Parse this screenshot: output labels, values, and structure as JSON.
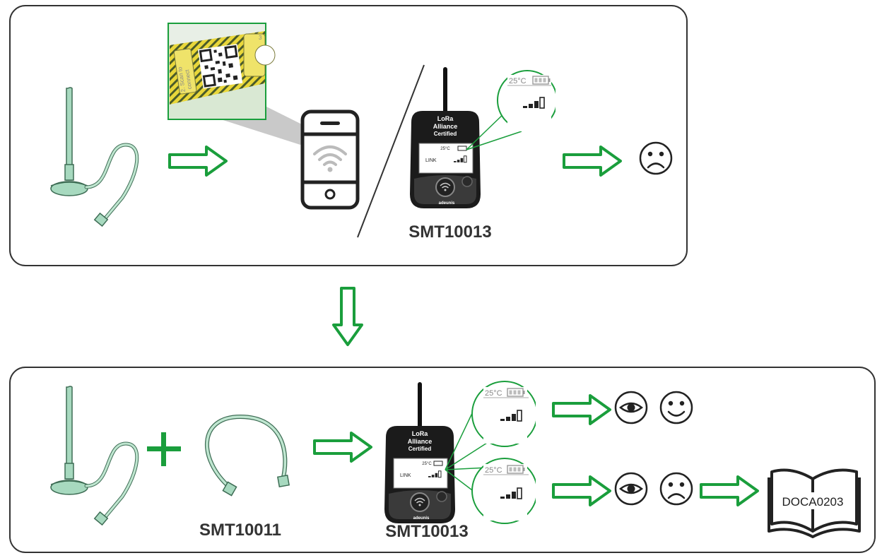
{
  "colors": {
    "accent": "#1a9e3c",
    "dark": "#222222",
    "panel_border": "#333333",
    "antenna": "#9fd5b8"
  },
  "top_panel": {
    "qr_label_line1": "2. Scan to",
    "qr_label_line2": "connect",
    "qr_tab_number": "3",
    "device_label": "SMT10013",
    "device_screen_temp": "25°C",
    "device_screen_link": "LINK",
    "zoom_temp": "25°C",
    "brand_line1": "LoRa",
    "brand_line2": "Alliance",
    "brand_line3": "Certified",
    "maker": "adeunis",
    "icons": [
      "antenna-icon",
      "arrow-right-icon",
      "phone-wifi-icon",
      "device-icon",
      "sad-face-icon"
    ]
  },
  "bottom_panel": {
    "cable_label": "SMT10011",
    "device_label": "SMT10013",
    "device_screen_temp": "25°C",
    "device_screen_link": "LINK",
    "zoom_good_temp": "25°C",
    "zoom_bad_temp": "25°C",
    "brand_line1": "LoRa",
    "brand_line2": "Alliance",
    "brand_line3": "Certified",
    "maker": "adeunis",
    "manual_label": "DOCA0203",
    "icons": [
      "antenna-icon",
      "plus-icon",
      "cable-icon",
      "device-icon",
      "eye-icon",
      "happy-face-icon",
      "sad-face-icon",
      "book-icon"
    ]
  }
}
